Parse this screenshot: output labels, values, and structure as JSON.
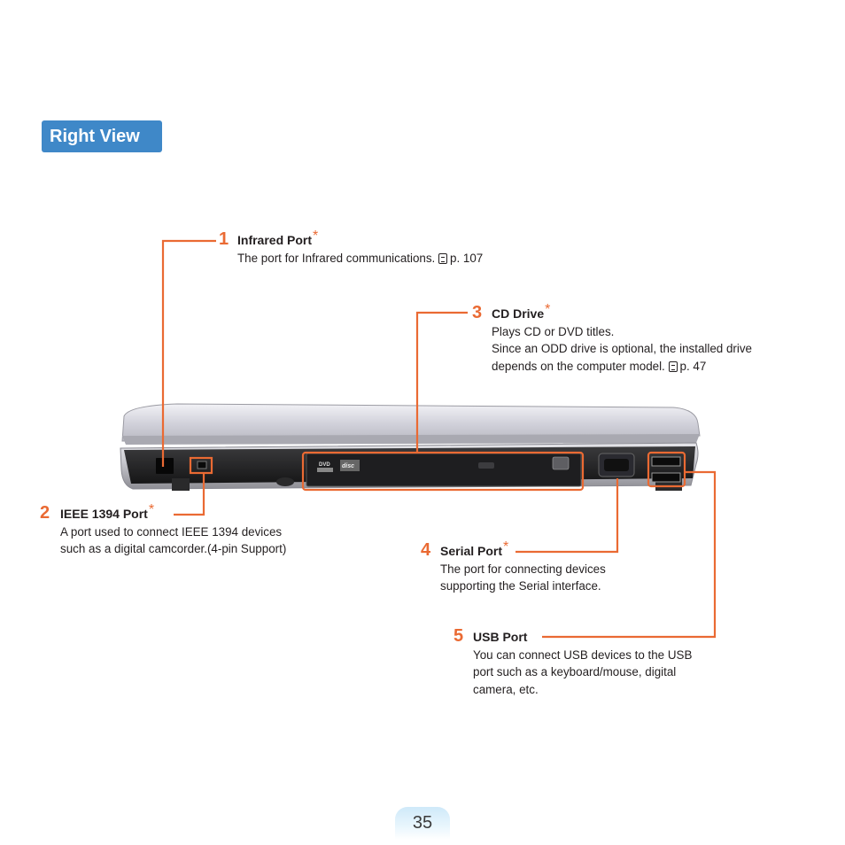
{
  "section": {
    "title": "Right View"
  },
  "items": [
    {
      "number": "1",
      "title": "Infrared Port",
      "optional": "*",
      "desc": [
        "The port for Infrared communications."
      ],
      "ref": "p. 107"
    },
    {
      "number": "2",
      "title": "IEEE 1394 Port",
      "optional": "*",
      "desc": [
        "A port used to connect IEEE 1394 devices",
        "such as a digital camcorder.(4-pin Support)"
      ]
    },
    {
      "number": "3",
      "title": "CD Drive",
      "optional": "*",
      "desc": [
        "Plays CD or DVD titles.",
        "Since an ODD drive is optional, the installed drive",
        "depends on the computer model."
      ],
      "ref": "p. 47"
    },
    {
      "number": "4",
      "title": "Serial Port",
      "optional": "*",
      "desc": [
        "The port for connecting devices",
        "supporting the Serial interface."
      ]
    },
    {
      "number": "5",
      "title": "USB Port",
      "desc": [
        "You can connect USB devices to the USB",
        "port such as a keyboard/mouse, digital",
        "camera, etc."
      ]
    }
  ],
  "laptop": {
    "drive_logo": "DVD",
    "disc_logo": "disc"
  },
  "colors": {
    "accent": "#ea6a33",
    "badge": "#3f88c8"
  },
  "page": {
    "number": "35"
  }
}
